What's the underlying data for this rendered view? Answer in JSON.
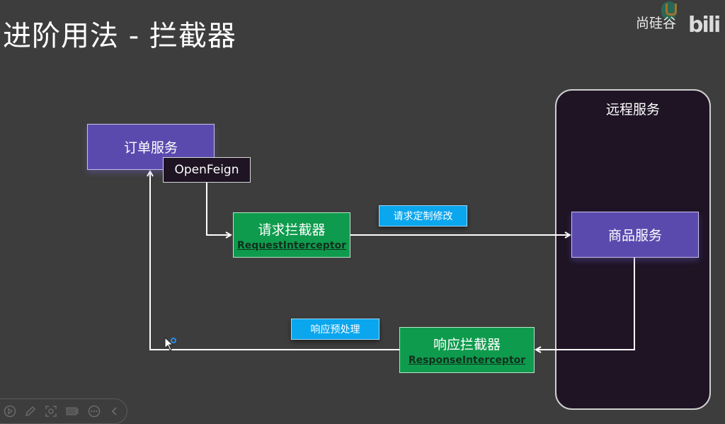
{
  "slide": {
    "title": "进阶用法 - 拦截器",
    "brand": "尚硅谷",
    "bili_mark": "bili"
  },
  "diagram": {
    "remote_panel": {
      "label": "远程服务"
    },
    "nodes": {
      "order_service": {
        "label": "订单服务"
      },
      "openfeign": {
        "label": "OpenFeign"
      },
      "request_interceptor": {
        "label": "请求拦截器",
        "sublabel": "RequestInterceptor"
      },
      "product_service": {
        "label": "商品服务"
      },
      "response_interceptor": {
        "label": "响应拦截器",
        "sublabel": "ResponseInterceptor"
      }
    },
    "annotations": {
      "request_note": "请求定制修改",
      "response_note": "响应预处理"
    },
    "edges": [
      {
        "from": "openfeign",
        "to": "request_interceptor"
      },
      {
        "from": "request_interceptor",
        "to": "product_service"
      },
      {
        "from": "product_service",
        "to": "response_interceptor"
      },
      {
        "from": "response_interceptor",
        "to": "order_service"
      }
    ],
    "colors": {
      "service": "#5b4aae",
      "interceptor": "#0f9b4d",
      "note": "#0aa6ee",
      "panel": "#1e1424",
      "background": "#3d3d3d"
    }
  },
  "toolbar": {
    "items": [
      "play-icon",
      "pen-icon",
      "screenshot-icon",
      "camera-icon",
      "more-icon",
      "collapse-icon"
    ]
  }
}
